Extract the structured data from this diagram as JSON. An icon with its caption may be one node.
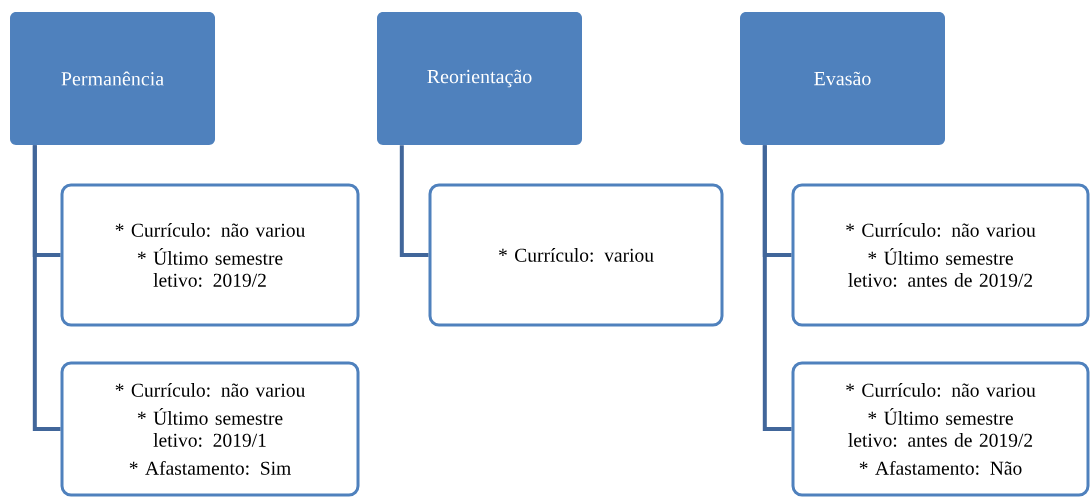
{
  "diagram": {
    "nodes": [
      {
        "text": [
          "Permanência"
        ]
      },
      {
        "text": [
          "* Currículo: não variou",
          "* Último semestre letivo: 2019/2"
        ]
      },
      {
        "text": [
          "* Currículo: não variou",
          "* Último semestre letivo: 2019/1",
          "* Afastamento: Sim"
        ]
      },
      {
        "text": [
          "Reorientação"
        ]
      },
      {
        "text": [
          "* Currículo: variou"
        ]
      },
      {
        "text": [
          "Evasão"
        ]
      },
      {
        "text": [
          "* Currículo: não variou",
          "* Último semestre letivo: antes de 2019/2"
        ]
      },
      {
        "text": [
          "* Currículo: não variou",
          "* Último semestre letivo: antes de 2019/2",
          "* Afastamento: Não"
        ]
      }
    ],
    "edges": [
      {
        "from": 0,
        "to": 1,
        "arrow": "none"
      },
      {
        "from": 0,
        "to": 2,
        "arrow": "none"
      },
      {
        "from": 3,
        "to": 4,
        "arrow": "none"
      },
      {
        "from": 5,
        "to": 6,
        "arrow": "none"
      },
      {
        "from": 5,
        "to": 7,
        "arrow": "none"
      }
    ]
  }
}
